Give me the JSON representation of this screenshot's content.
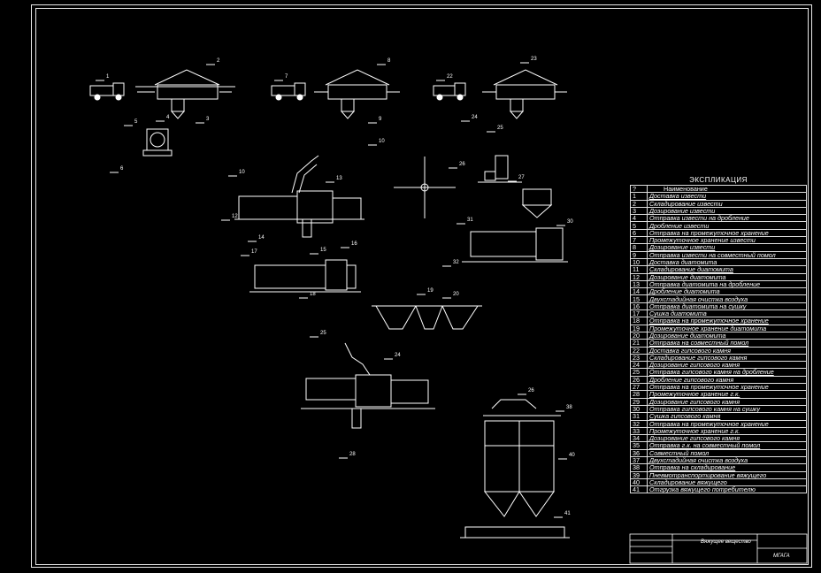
{
  "drawing": {
    "explication_title": "ЭКСПЛИКАЦИЯ",
    "header": {
      "num": "?",
      "name": "Наименование"
    },
    "items": [
      {
        "n": "1",
        "t": "Доставка извести"
      },
      {
        "n": "2",
        "t": "Складирование извести"
      },
      {
        "n": "3",
        "t": "Дозирование извести"
      },
      {
        "n": "4",
        "t": "Отправка извести на дробление"
      },
      {
        "n": "5",
        "t": "Дробление извести"
      },
      {
        "n": "6",
        "t": "Отправка на промежуточное хранение"
      },
      {
        "n": "7",
        "t": "Промежуточное хранение извести"
      },
      {
        "n": "8",
        "t": "Дозирование извести"
      },
      {
        "n": "9",
        "t": "Отправка извести на совместный помол"
      },
      {
        "n": "10",
        "t": "Доставка диатомита"
      },
      {
        "n": "11",
        "t": "Складирование диатомита"
      },
      {
        "n": "12",
        "t": "Дозирование диатомита"
      },
      {
        "n": "13",
        "t": "Отправка диатомита на дробление"
      },
      {
        "n": "14",
        "t": "Дробление диатомита"
      },
      {
        "n": "15",
        "t": "Двухстадийная очистка воздуха"
      },
      {
        "n": "16",
        "t": "Отправка диатомита на сушку"
      },
      {
        "n": "17",
        "t": "Сушка диатомита"
      },
      {
        "n": "18",
        "t": "Отправка на промежуточное хранение"
      },
      {
        "n": "19",
        "t": "Промежуточное хранение диатомита"
      },
      {
        "n": "20",
        "t": "Дозирование диатомита"
      },
      {
        "n": "21",
        "t": "Отправка на совместный помол"
      },
      {
        "n": "22",
        "t": "Доставка гипсового камня"
      },
      {
        "n": "23",
        "t": "Складирование гипсового камня"
      },
      {
        "n": "24",
        "t": "Дозирование гипсового камня"
      },
      {
        "n": "25",
        "t": "Отправка гипсового камня на дробление"
      },
      {
        "n": "26",
        "t": "Дробление гипсового камня"
      },
      {
        "n": "27",
        "t": "Отправка на промежуточное хранение"
      },
      {
        "n": "28",
        "t": "Промежуточное хранение г.к."
      },
      {
        "n": "29",
        "t": "Дозирование гипсового камня"
      },
      {
        "n": "30",
        "t": "Отправка гипсового камня на сушку"
      },
      {
        "n": "31",
        "t": "Сушка гипсового камня"
      },
      {
        "n": "32",
        "t": "Отправка на промежуточное хранение"
      },
      {
        "n": "33",
        "t": "Промежуточное хранение г.к."
      },
      {
        "n": "34",
        "t": "Дозирование гипсового камня"
      },
      {
        "n": "35",
        "t": "Отправка г.к. на совместный помол"
      },
      {
        "n": "36",
        "t": "Совместный помол"
      },
      {
        "n": "37",
        "t": "Двухстадийная очистка воздуха"
      },
      {
        "n": "38",
        "t": "Отправка на складирование"
      },
      {
        "n": "39",
        "t": "Пневмотранспортирование вяжущего"
      },
      {
        "n": "40",
        "t": "Складирование вяжущего"
      },
      {
        "n": "41",
        "t": "Отгрузка вяжущего потребителю"
      }
    ],
    "stamp": {
      "title": "Вяжущее вещество",
      "org": "МГАГА"
    },
    "callouts": [
      {
        "n": "1"
      },
      {
        "n": "2"
      },
      {
        "n": "3"
      },
      {
        "n": "4"
      },
      {
        "n": "5"
      },
      {
        "n": "6"
      },
      {
        "n": "7"
      },
      {
        "n": "8"
      },
      {
        "n": "9"
      },
      {
        "n": "10"
      },
      {
        "n": "22"
      },
      {
        "n": "23"
      },
      {
        "n": "24"
      },
      {
        "n": "25"
      },
      {
        "n": "26"
      },
      {
        "n": "27"
      },
      {
        "n": "30"
      },
      {
        "n": "31"
      },
      {
        "n": "32"
      },
      {
        "n": "10"
      },
      {
        "n": "12"
      },
      {
        "n": "13"
      },
      {
        "n": "14"
      },
      {
        "n": "15"
      },
      {
        "n": "16"
      },
      {
        "n": "17"
      },
      {
        "n": "18"
      },
      {
        "n": "19"
      },
      {
        "n": "20"
      },
      {
        "n": "25"
      },
      {
        "n": "24"
      },
      {
        "n": "28"
      },
      {
        "n": "26"
      },
      {
        "n": "38"
      },
      {
        "n": "40"
      },
      {
        "n": "41"
      }
    ]
  }
}
